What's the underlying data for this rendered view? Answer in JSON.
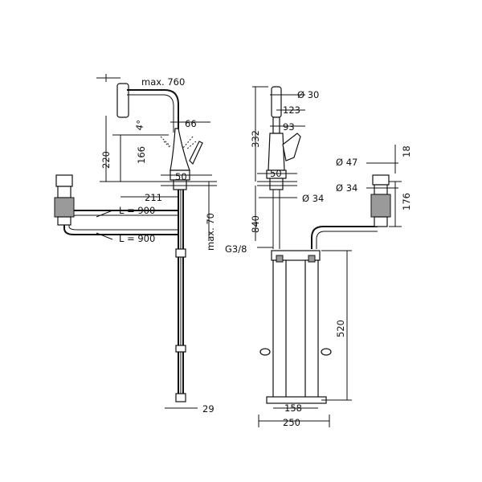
{
  "dimensions": {
    "max_760": "max. 760",
    "d66": "66",
    "d4deg": "4°",
    "d220": "220",
    "d166": "166",
    "d50_left": "50",
    "d211": "211",
    "max_70": "max. 70",
    "L900_top": "L = 900",
    "L900_bottom": "L = 900",
    "d29": "29",
    "d30": "Ø 30",
    "d123": "123",
    "d93": "93",
    "d332": "332",
    "d50_mid": "50",
    "d34_mid": "Ø 34",
    "d840": "840",
    "g38": "G3/8",
    "d47": "Ø 47",
    "d18": "18",
    "d34_right": "Ø 34",
    "d176": "176",
    "d520": "520",
    "d158": "158",
    "d250": "250"
  }
}
